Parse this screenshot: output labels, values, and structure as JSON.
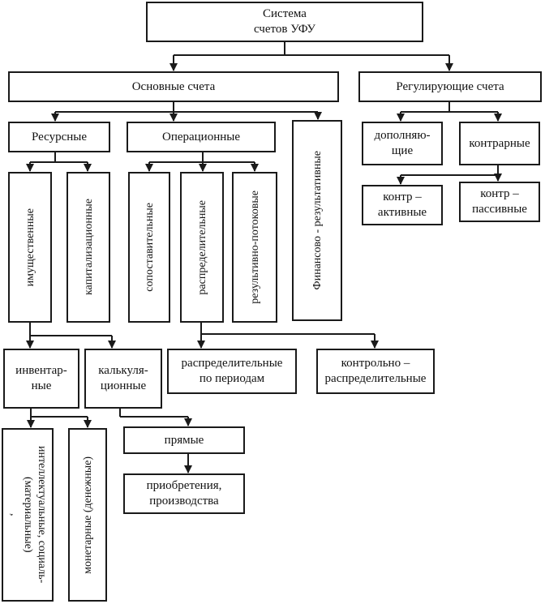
{
  "root": {
    "line1": "Система",
    "line2": "счетов УФУ"
  },
  "main": {
    "label": "Основные счета",
    "resource": {
      "label": "Ресурсные",
      "property": "имущественные",
      "capitalization": "капитализационные",
      "inventory": {
        "line1": "инвентар-",
        "line2": "ные"
      },
      "calculation": {
        "line1": "калькуля-",
        "line2": "ционные"
      },
      "material": {
        "mark": ",",
        "line1": "(материальные)",
        "line2": "интеллектуальные,  социаль-"
      },
      "monetary": "монетарные (денежные)",
      "direct": "прямые",
      "acquisition": {
        "line1": "приобретения,",
        "line2": "производства"
      }
    },
    "operational": {
      "label": "Операционные",
      "comparative": "сопоставительные",
      "distributive": "распределительные",
      "resultflow": "результивно-потоковые",
      "by_period": {
        "line1": "распределительные",
        "line2": "по периодам"
      },
      "control_distr": {
        "line1": "контрольно –",
        "line2": "распределительные"
      }
    },
    "financial": "Финансово - результативные"
  },
  "regulating": {
    "label": "Регулирующие счета",
    "additional": {
      "line1": "дополняю-",
      "line2": "щие"
    },
    "contra": "контрарные",
    "contra_active": {
      "line1": "контр –",
      "line2": "активные"
    },
    "contra_passive": {
      "line1": "контр –",
      "line2": "пассивные"
    }
  },
  "colors": {
    "stroke": "#1a1a1a",
    "text": "#111111",
    "background": "#ffffff"
  }
}
